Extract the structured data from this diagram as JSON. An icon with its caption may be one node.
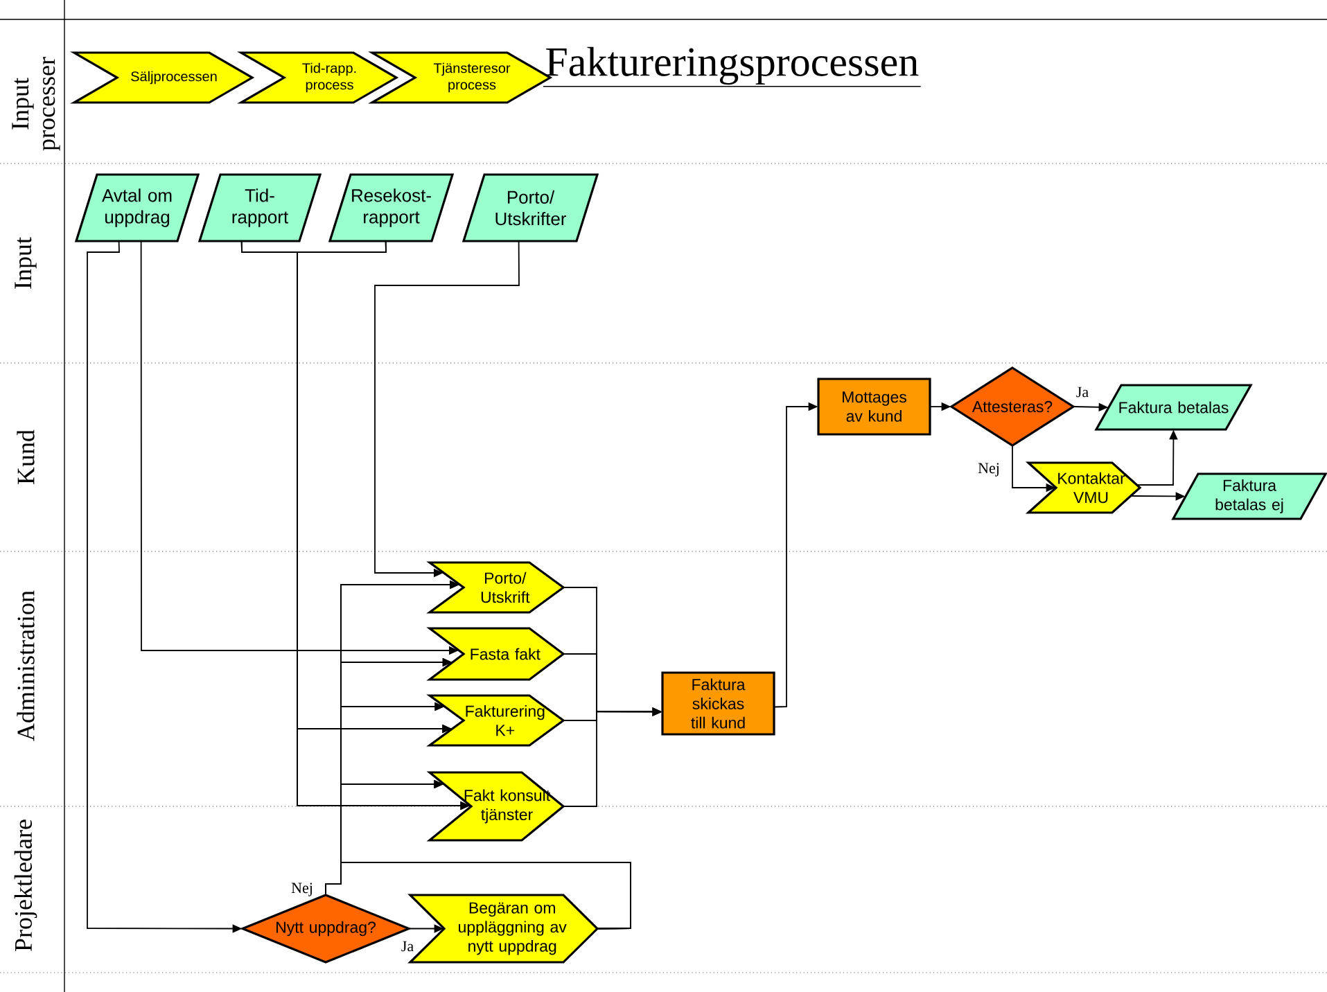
{
  "diagram": {
    "title": "Faktureringsprocessen",
    "nodes": [
      {
        "text": [
          "Säljprocessen"
        ]
      },
      {
        "text": [
          "Tid-rapp. process"
        ]
      },
      {
        "text": [
          "Tjänsteresor process"
        ]
      },
      {
        "text": [
          "Avtal om uppdrag"
        ]
      },
      {
        "text": [
          "Tid- rapport"
        ]
      },
      {
        "text": [
          "Resekost- rapport"
        ]
      },
      {
        "text": [
          "Porto/ Utskrifter"
        ]
      },
      {
        "text": [
          "Porto/ Utskrift"
        ]
      },
      {
        "text": [
          "Fasta fakt"
        ]
      },
      {
        "text": [
          "Fakturering K+"
        ]
      },
      {
        "text": [
          "Fakt konsult tjänster"
        ]
      },
      {
        "text": [
          "Faktura skickas till kund"
        ]
      },
      {
        "text": [
          "Mottages av kund"
        ]
      },
      {
        "text": [
          "Attesteras?"
        ]
      },
      {
        "text": [
          "Faktura betalas"
        ]
      },
      {
        "text": [
          "Kontaktar VMU"
        ]
      },
      {
        "text": [
          "Faktura betalas ej"
        ]
      },
      {
        "text": [
          "Nytt uppdrag?"
        ]
      },
      {
        "text": [
          "Begäran om uppläggning av nytt uppdrag"
        ]
      }
    ],
    "edges": [
      {
        "from": 3,
        "to": 17,
        "arrow": "to"
      },
      {
        "from": 3,
        "to": 8,
        "arrow": "to"
      },
      {
        "from": 4,
        "to": 9,
        "arrow": "to"
      },
      {
        "from": 4,
        "to": 10,
        "arrow": "to"
      },
      {
        "from": 5,
        "to": 9,
        "arrow": "to"
      },
      {
        "from": 5,
        "to": 10,
        "arrow": "to"
      },
      {
        "from": 6,
        "to": 7,
        "arrow": "to"
      },
      {
        "from": 17,
        "to": 7,
        "arrow": "to",
        "label": "Nej"
      },
      {
        "from": 17,
        "to": 8,
        "arrow": "to"
      },
      {
        "from": 17,
        "to": 9,
        "arrow": "to"
      },
      {
        "from": 17,
        "to": 10,
        "arrow": "to"
      },
      {
        "from": 18,
        "to": 7,
        "arrow": "to"
      },
      {
        "from": 18,
        "to": 8,
        "arrow": "to"
      },
      {
        "from": 18,
        "to": 9,
        "arrow": "to"
      },
      {
        "from": 18,
        "to": 10,
        "arrow": "to"
      },
      {
        "from": 7,
        "to": 11,
        "arrow": "to"
      },
      {
        "from": 8,
        "to": 11,
        "arrow": "to"
      },
      {
        "from": 9,
        "to": 11,
        "arrow": "to"
      },
      {
        "from": 10,
        "to": 11,
        "arrow": "to"
      },
      {
        "from": 11,
        "to": 12,
        "arrow": "to"
      },
      {
        "from": 12,
        "to": 13,
        "arrow": "to"
      },
      {
        "from": 13,
        "to": 14,
        "arrow": "to",
        "label": "Ja"
      },
      {
        "from": 13,
        "to": 15,
        "arrow": "to",
        "label": "Nej"
      },
      {
        "from": 15,
        "to": 14,
        "arrow": "to"
      },
      {
        "from": 15,
        "to": 16,
        "arrow": "to"
      },
      {
        "from": 17,
        "to": 18,
        "arrow": "to",
        "label": "Ja"
      }
    ],
    "labels": [
      "Input processer",
      "Input",
      "Kund",
      "Administration",
      "Projektledare"
    ]
  }
}
